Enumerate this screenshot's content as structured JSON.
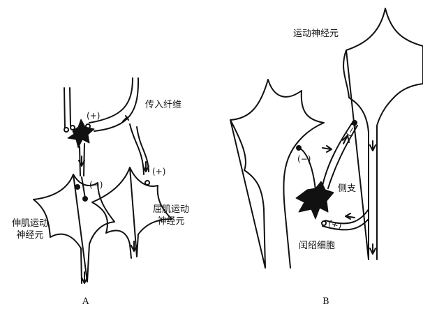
{
  "panel_a": {
    "letter": "A",
    "afferent_label": "传入纤维",
    "plus_top": "(+)",
    "plus_right": "(+)",
    "minus": "(−)",
    "extensor_label_line1": "伸肌运动",
    "extensor_label_line2": "神经元",
    "flexor_label_line1": "屈肌运动",
    "flexor_label_line2": "神经元"
  },
  "panel_b": {
    "letter": "B",
    "motor_neuron_label": "运动神经元",
    "collateral_label": "侧支",
    "renshaw_label": "闰绍细胞",
    "minus_left": "(−)",
    "minus_right": "(−)",
    "plus": "(+)"
  },
  "colors": {
    "ink": "#111111",
    "background": "#ffffff"
  }
}
